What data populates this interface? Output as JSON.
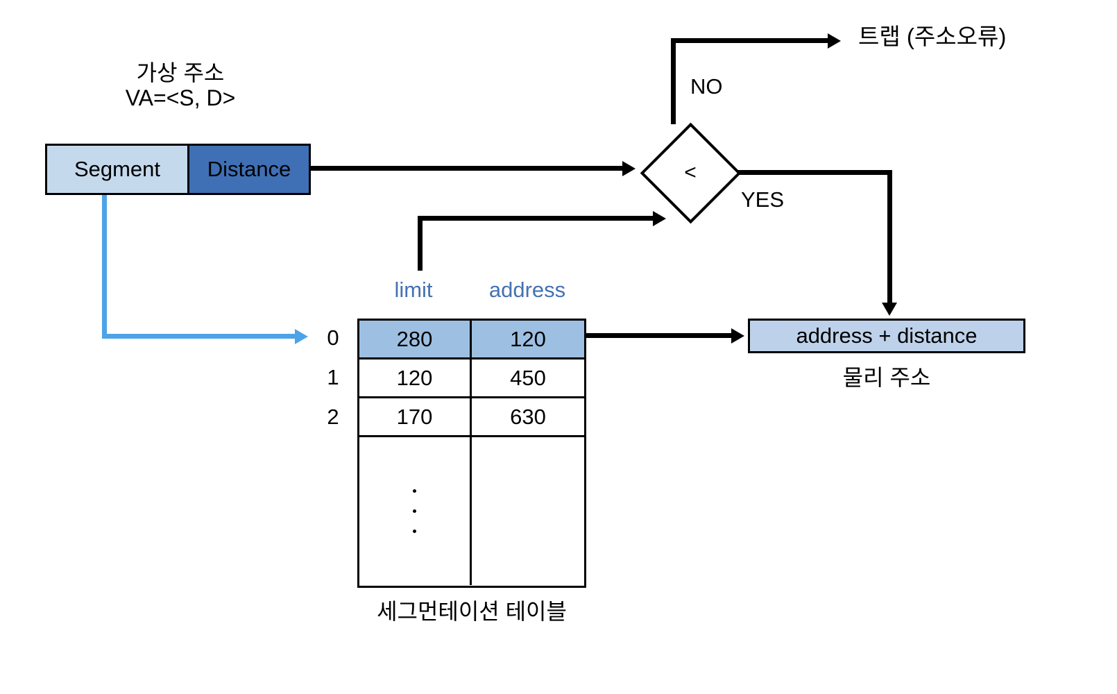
{
  "diagram": {
    "title_virtual_address": "가상 주소\nVA=<S, D>",
    "virtual_address": {
      "segment_label": "Segment",
      "distance_label": "Distance",
      "segment_color": "#c5d9ed",
      "distance_color": "#3f70b5"
    },
    "decision": {
      "symbol": "<",
      "no_label": "NO",
      "yes_label": "YES"
    },
    "trap_label": "트랩 (주소오류)",
    "segment_table": {
      "caption": "세그먼테이션 테이블",
      "columns": [
        "limit",
        "address"
      ],
      "column_color": "#4472b0",
      "highlight_color": "#9dc0e2",
      "row_indices": [
        "0",
        "1",
        "2"
      ],
      "rows": [
        {
          "index": "0",
          "limit": "280",
          "address": "120",
          "highlighted": true
        },
        {
          "index": "1",
          "limit": "120",
          "address": "450",
          "highlighted": false
        },
        {
          "index": "2",
          "limit": "170",
          "address": "630",
          "highlighted": false
        }
      ],
      "ellipsis": "vertical-dots"
    },
    "physical_address": {
      "box_label": "address + distance",
      "caption": "물리 주소",
      "box_color": "#bdd2ea"
    },
    "colors": {
      "line": "#000000",
      "segment_lookup_arrow": "#4ea3e8"
    }
  }
}
